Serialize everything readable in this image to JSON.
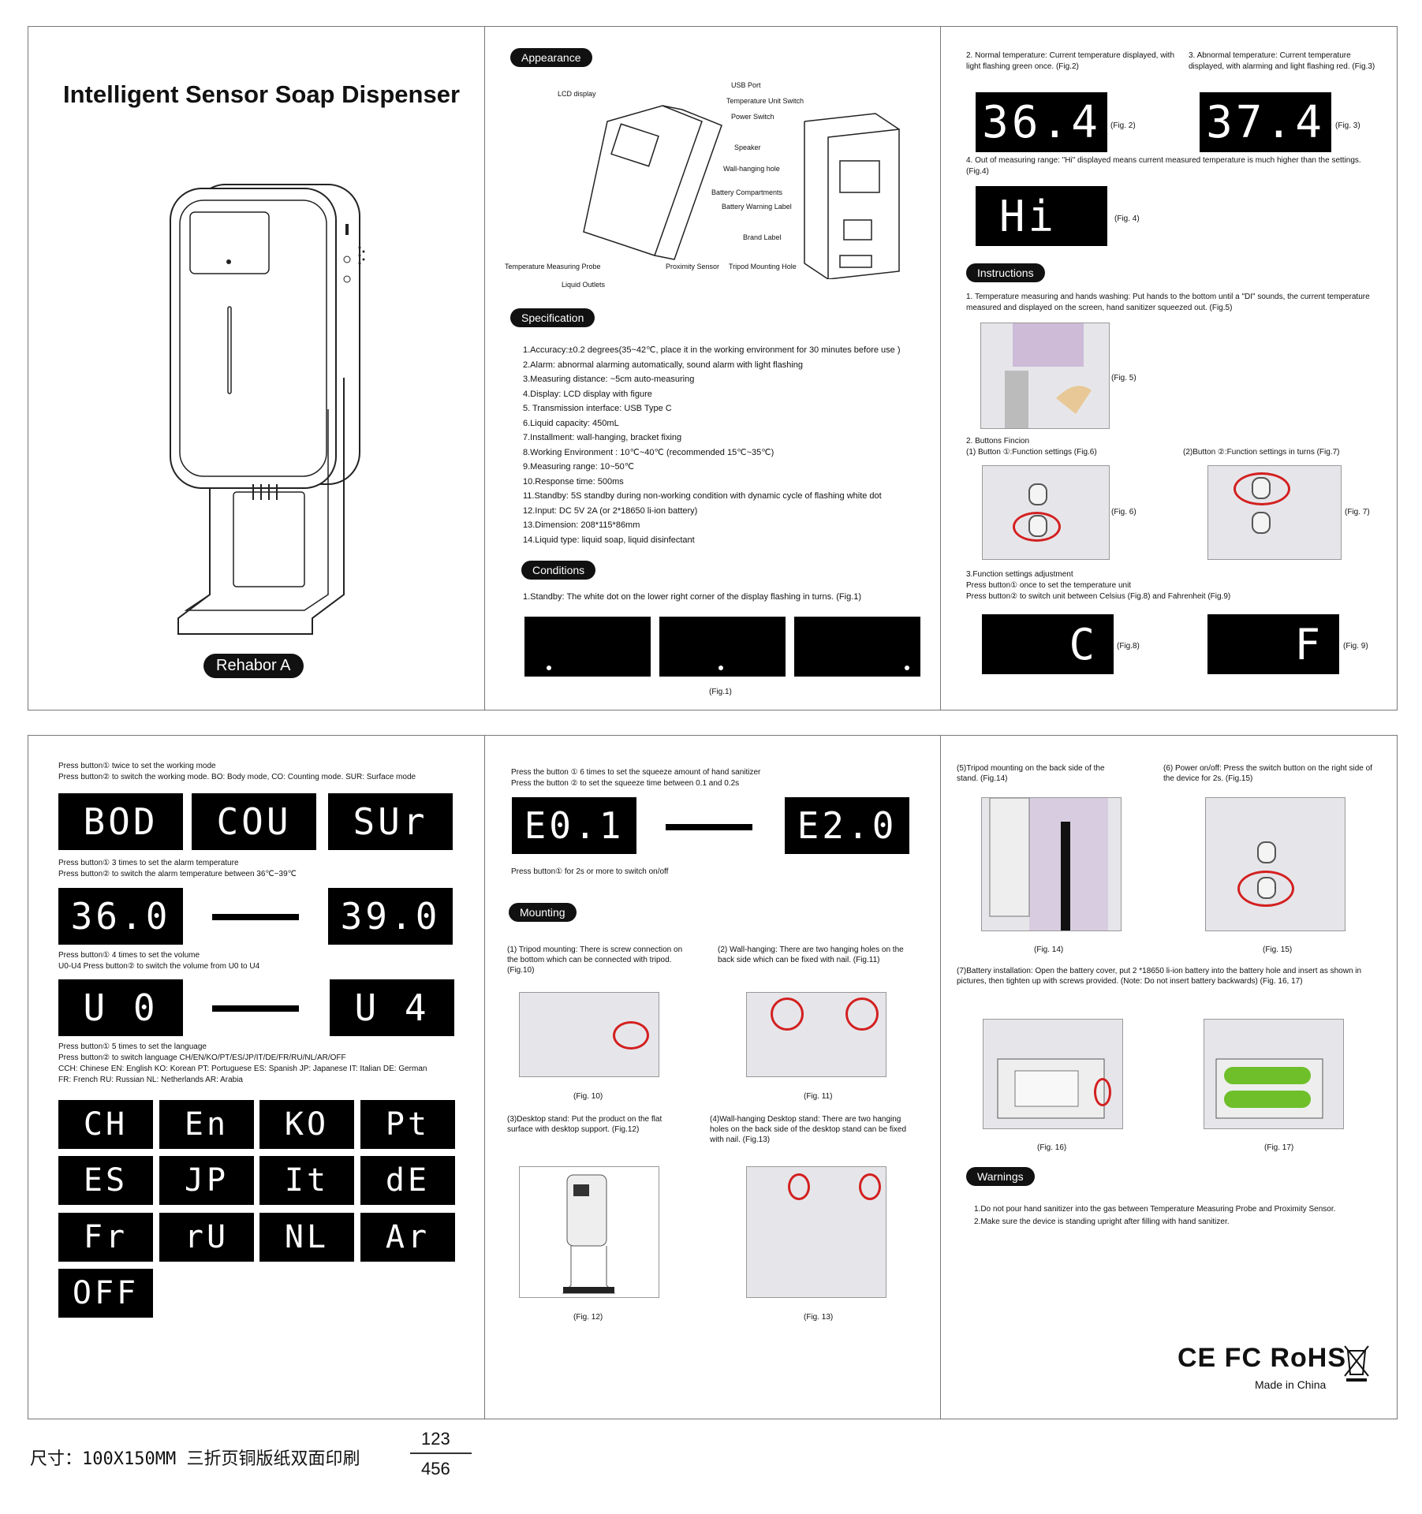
{
  "cover": {
    "title": "Intelligent Sensor Soap Dispenser",
    "model": "Rehabor A"
  },
  "appearance": {
    "heading": "Appearance",
    "labels": {
      "lcd": "LCD display",
      "usb": "USB Port",
      "temp_switch": "Temperature Unit Switch",
      "power": "Power Switch",
      "speaker": "Speaker",
      "wall_hole": "Wall-hanging hole",
      "battery": "Battery Compartments",
      "battery_label": "Battery Warning Label",
      "brand": "Brand Label",
      "probe": "Temperature Measuring Probe",
      "proximity": "Proximity Sensor",
      "tripod": "Tripod Mounting Hole",
      "outlets": "Liquid Outlets"
    }
  },
  "specification": {
    "heading": "Specification",
    "items": [
      "1.Accuracy:±0.2 degrees(35~42℃, place it in the working environment for 30 minutes before use )",
      "2.Alarm: abnormal alarming automatically, sound alarm with light flashing",
      "3.Measuring distance: ~5cm auto-measuring",
      "4.Display: LCD display with figure",
      "5. Transmission interface: USB Type C",
      "6.Liquid capacity: 450mL",
      "7.Installment: wall-hanging, bracket fixing",
      "8.Working Environment : 10℃~40℃ (recommended 15℃~35℃)",
      "9.Measuring range: 10~50℃",
      "10.Response time: 500ms",
      "11.Standby: 5S standby during non-working condition with dynamic cycle of flashing white dot",
      "12.Input: DC 5V 2A (or 2*18650 li-ion battery)",
      "13.Dimension: 208*115*86mm",
      "14.Liquid type: liquid soap, liquid disinfectant"
    ]
  },
  "conditions": {
    "heading": "Conditions",
    "standby": "1.Standby: The white dot on the lower right corner of the display flashing in turns. (Fig.1)",
    "fig1": "(Fig.1)"
  },
  "panel3": {
    "normal": "2. Normal temperature: Current temperature displayed, with light flashing green once. (Fig.2)",
    "abnormal": "3. Abnormal temperature: Current temperature displayed, with alarming and light flashing red. (Fig.3)",
    "lcd_normal": "36.4",
    "lcd_abnormal": "37.4",
    "fig2": "(Fig. 2)",
    "fig3": "(Fig. 3)",
    "out_range": "4. Out of measuring range: \"Hi\" displayed means current measured temperature is much higher than the settings. (Fig.4)",
    "lcd_hi": "Hi",
    "fig4": "(Fig. 4)",
    "instructions_heading": "Instructions",
    "instr1": "1. Temperature measuring and hands washing: Put hands to the bottom until a \"DI\" sounds, the current temperature measured and displayed on the screen, hand sanitizer squeezed out. (Fig.5)",
    "fig5": "(Fig. 5)",
    "buttons_title": "2. Buttons Fincion",
    "button1": "(1) Button ①:Function settings (Fig.6)",
    "button2": "(2)Button ②:Function settings in turns (Fig.7)",
    "fig6": "(Fig. 6)",
    "fig7": "(Fig. 7)",
    "adj_title": "3.Function settings adjustment",
    "adj1": "Press button① once to set the temperature unit",
    "adj2": "Press button② to switch unit between Celsius (Fig.8) and Fahrenheit (Fig.9)",
    "lcd_c": "C",
    "lcd_f": "F",
    "fig8": "(Fig.8)",
    "fig9": "(Fig. 9)"
  },
  "panel4": {
    "mode1": "Press button① twice to set the working mode",
    "mode2": "Press button② to switch the working mode. BO: Body mode, CO: Counting mode. SUR: Surface mode",
    "modes": [
      "BOD",
      "COU",
      "SUr"
    ],
    "alarm1": "Press button① 3 times to set the alarm temperature",
    "alarm2": "Press button② to switch the alarm temperature between 36℃~39℃",
    "alarm_low": "36.0",
    "alarm_high": "39.0",
    "vol1": "Press button① 4 times to set the volume",
    "vol2": "U0-U4 Press button② to switch the volume from U0 to U4",
    "vol_low": "U 0",
    "vol_high": "U 4",
    "lang1": "Press button① 5 times to set the language",
    "lang2": "Press button② to switch language CH/EN/KO/PT/ES/JP/IT/DE/FR/RU/NL/AR/OFF",
    "lang3": "CCH: Chinese EN: English KO: Korean PT: Portuguese ES: Spanish JP: Japanese IT: Italian DE: German",
    "lang4": "FR: French RU: Russian NL: Netherlands AR: Arabia",
    "languages": [
      "CH",
      "En",
      "KO",
      "Pt",
      "ES",
      "JP",
      "It",
      "dE",
      "Fr",
      "rU",
      "NL",
      "Ar",
      "OFF"
    ]
  },
  "panel5": {
    "squeeze1": "Press the button ① 6 times to set the squeeze amount of hand sanitizer",
    "squeeze2": "Press the button ② to set the squeeze time between 0.1 and 0.2s",
    "lcd_e0": "E0.1",
    "lcd_e2": "E2.0",
    "onoff": "Press button① for 2s or more to switch on/off",
    "mounting_heading": "Mounting",
    "m1": "(1) Tripod mounting: There is screw connection on the bottom which can be connected with tripod. (Fig.10)",
    "m2": "(2)  Wall-hanging: There are two hanging holes on the back side which can be fixed with nail. (Fig.11)",
    "fig10": "(Fig. 10)",
    "fig11": "(Fig. 11)",
    "m3": "(3)Desktop stand: Put the product on the flat surface with desktop support. (Fig.12)",
    "m4": "(4)Wall-hanging Desktop stand: There are two hanging holes on the back side of the desktop stand can be fixed with nail. (Fig.13)",
    "fig12": "(Fig. 12)",
    "fig13": "(Fig. 13)"
  },
  "panel6": {
    "m5": "(5)Tripod mounting on the back side of the stand. (Fig.14)",
    "m6": "(6) Power on/off: Press the switch button on the right side of the device for 2s. (Fig.15)",
    "fig14": "(Fig. 14)",
    "fig15": "(Fig. 15)",
    "m7": "(7)Battery installation: Open the battery cover, put 2 *18650 li-ion battery into the battery hole and insert as shown in pictures, then tighten up with screws provided. (Note: Do not insert battery backwards) (Fig. 16, 17)",
    "fig16": "(Fig. 16)",
    "fig17": "(Fig. 17)",
    "warnings_heading": "Warnings",
    "w1": "1.Do not pour hand sanitizer into the gas between Temperature Measuring Probe and Proximity Sensor.",
    "w2": "2.Make sure the device is standing upright after filling with hand sanitizer.",
    "cert": "CE FC RoHS",
    "made": "Made in China"
  },
  "footer": {
    "size_note": "尺寸：100X150MM 三折页铜版纸双面印刷",
    "top": "123",
    "bottom": "456"
  },
  "colors": {
    "ink": "#111111",
    "panel_border": "#777777",
    "highlight": "#d32020",
    "battery": "#6fbf2a"
  }
}
